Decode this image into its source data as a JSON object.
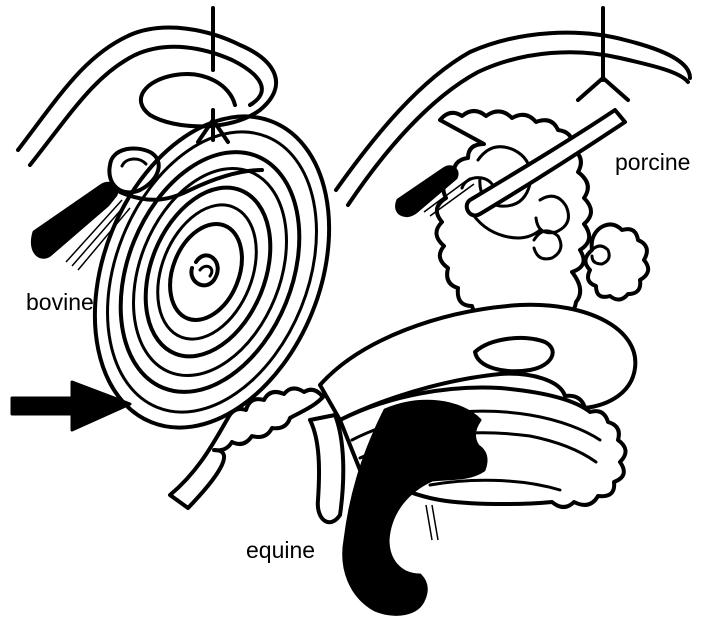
{
  "labels": {
    "bovine": "bovine",
    "porcine": "porcine",
    "equine": "equine"
  },
  "colors": {
    "ink": "#000000",
    "paper": "#ffffff"
  },
  "figures": {
    "bovine": {
      "description_icon": "spiral-colon-icon"
    },
    "porcine": {
      "description_icon": "coiled-colon-icon"
    },
    "equine": {
      "description_icon": "large-colon-icon"
    },
    "pointer": {
      "description_icon": "arrow-right-icon"
    }
  }
}
